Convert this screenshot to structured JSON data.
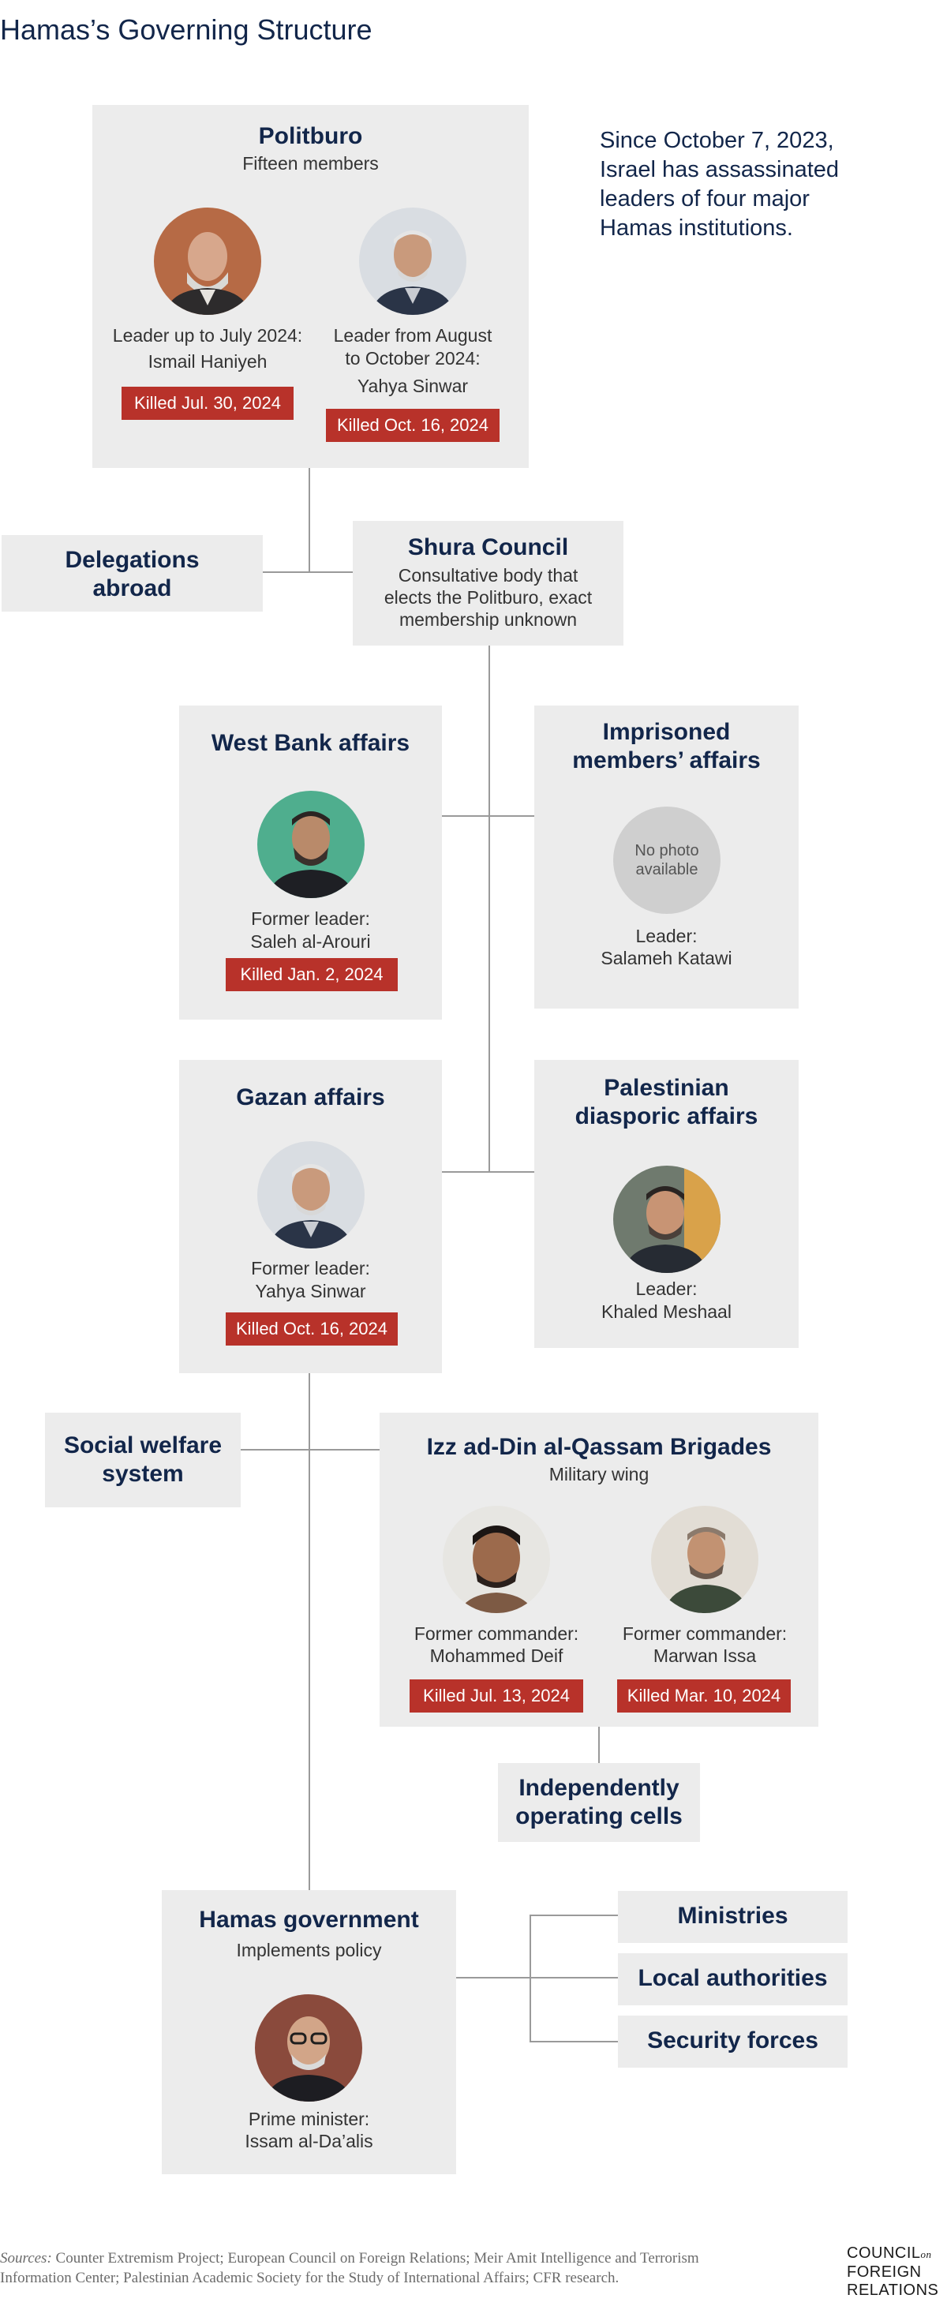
{
  "page_title": "Hamas’s Governing Structure",
  "note": "Since October 7, 2023, Israel has assassinated leaders of four major Hamas institutions.",
  "politburo": {
    "title": "Politburo",
    "subtitle": "Fifteen members",
    "leader1_caption": "Leader up to July 2024:",
    "leader1_name": "Ismail Haniyeh",
    "leader1_killed": "Killed Jul. 30, 2024",
    "leader2_caption_a": "Leader from August",
    "leader2_caption_b": "to October 2024:",
    "leader2_name": "Yahya Sinwar",
    "leader2_killed": "Killed Oct. 16, 2024"
  },
  "delegations": {
    "title_a": "Delegations",
    "title_b": "abroad"
  },
  "shura": {
    "title": "Shura Council",
    "desc_a": "Consultative body that",
    "desc_b": "elects the Politburo, exact",
    "desc_c": "membership unknown"
  },
  "west_bank": {
    "title": "West Bank affairs",
    "caption": "Former leader:",
    "name": "Saleh al-Arouri",
    "killed": "Killed Jan. 2, 2024"
  },
  "imprisoned": {
    "title_a": "Imprisoned",
    "title_b": "members’ affairs",
    "no_photo_a": "No photo",
    "no_photo_b": "available",
    "caption": "Leader:",
    "name": "Salameh Katawi"
  },
  "gazan": {
    "title": "Gazan affairs",
    "caption": "Former leader:",
    "name": "Yahya Sinwar",
    "killed": "Killed Oct. 16, 2024"
  },
  "diaspora": {
    "title_a": "Palestinian",
    "title_b": "diasporic affairs",
    "caption": "Leader:",
    "name": "Khaled Meshaal"
  },
  "social": {
    "title_a": "Social welfare",
    "title_b": "system"
  },
  "qassam": {
    "title": "Izz ad-Din al-Qassam Brigades",
    "subtitle": "Military wing",
    "c1_caption": "Former commander:",
    "c1_name": "Mohammed Deif",
    "c1_killed": "Killed Jul. 13, 2024",
    "c2_caption": "Former commander:",
    "c2_name": "Marwan Issa",
    "c2_killed": "Killed Mar. 10, 2024"
  },
  "cells": {
    "title_a": "Independently",
    "title_b": "operating cells"
  },
  "government": {
    "title": "Hamas government",
    "subtitle": "Implements policy",
    "caption": "Prime minister:",
    "name": "Issam al-Da’alis"
  },
  "gov_branches": {
    "ministries": "Ministries",
    "local": "Local authorities",
    "security": "Security forces"
  },
  "footer": {
    "sources_label": "Sources:",
    "sources_line1": " Counter Extremism Project; European Council on Foreign Relations; Meir Amit Intelligence and Terrorism",
    "sources_line2": "Information Center; Palestinian Academic Society for the Study of International Affairs; CFR research.",
    "logo_line1": "COUNCIL",
    "logo_on": "on",
    "logo_line2": "FOREIGN",
    "logo_line3": "RELATIONS"
  },
  "colors": {
    "navy": "#12264a",
    "box": "#ececec",
    "killed": "#b8322a",
    "line": "#9a9a9a"
  }
}
